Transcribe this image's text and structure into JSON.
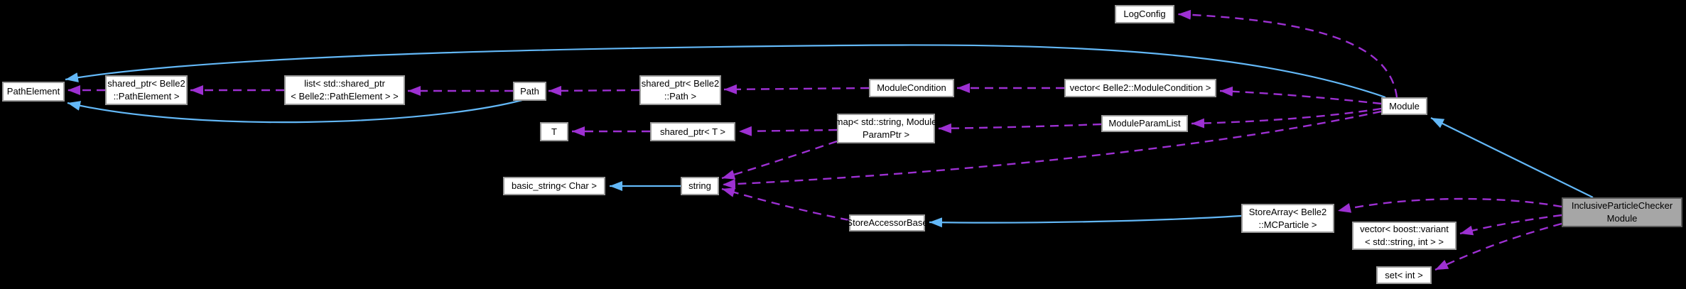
{
  "diagram": {
    "kind": "collaboration-graph",
    "colors": {
      "background": "#000000",
      "node_fill": "#ffffff",
      "node_border": "#9a9a9a",
      "node_text": "#000000",
      "highlight_fill": "#a6a6a6",
      "highlight_border": "#5a5a5a",
      "inherit_edge": "#63b8f7",
      "usage_edge": "#9d30d2"
    },
    "legend": {
      "inherit_edge_style": "solid blue arrow (public inheritance)",
      "usage_edge_style": "dashed purple arrow (usage / membership)"
    },
    "nodes": [
      {
        "id": "pathelement",
        "lines": [
          "PathElement"
        ]
      },
      {
        "id": "shared-ptr-pathelement",
        "lines": [
          "shared_ptr< Belle2",
          "::PathElement >"
        ]
      },
      {
        "id": "list-shared-ptr-pathelement",
        "lines": [
          "list< std::shared_ptr",
          "< Belle2::PathElement > >"
        ]
      },
      {
        "id": "path",
        "lines": [
          "Path"
        ]
      },
      {
        "id": "shared-ptr-path",
        "lines": [
          "shared_ptr< Belle2",
          "::Path >"
        ]
      },
      {
        "id": "t",
        "lines": [
          "T"
        ]
      },
      {
        "id": "shared-ptr-t",
        "lines": [
          "shared_ptr< T >"
        ]
      },
      {
        "id": "map-string-moduleparamptr",
        "lines": [
          "map< std::string, Module",
          "ParamPtr >"
        ]
      },
      {
        "id": "modulecondition",
        "lines": [
          "ModuleCondition"
        ]
      },
      {
        "id": "vector-modulecondition",
        "lines": [
          "vector< Belle2::ModuleCondition >"
        ]
      },
      {
        "id": "moduleparamlist",
        "lines": [
          "ModuleParamList"
        ]
      },
      {
        "id": "logconfig",
        "lines": [
          "LogConfig"
        ]
      },
      {
        "id": "module",
        "lines": [
          "Module"
        ]
      },
      {
        "id": "basic-string-char",
        "lines": [
          "basic_string< Char >"
        ]
      },
      {
        "id": "string",
        "lines": [
          "string"
        ]
      },
      {
        "id": "storeaccessorbase",
        "lines": [
          "StoreAccessorBase"
        ]
      },
      {
        "id": "storearray-mcparticle",
        "lines": [
          "StoreArray< Belle2",
          "::MCParticle >"
        ]
      },
      {
        "id": "vector-boost-variant",
        "lines": [
          "vector< boost::variant",
          "< std::string, int > >"
        ]
      },
      {
        "id": "set-int",
        "lines": [
          "set< int >"
        ]
      },
      {
        "id": "inclusiveparticlechecker-module",
        "lines": [
          "InclusiveParticleChecker",
          "Module"
        ],
        "highlight": true
      }
    ],
    "edges": [
      {
        "from": "InclusiveParticleCheckerModule",
        "to": "Module",
        "type": "inherit"
      },
      {
        "from": "Module",
        "to": "PathElement",
        "type": "inherit"
      },
      {
        "from": "Path",
        "to": "PathElement",
        "type": "inherit"
      },
      {
        "from": "string",
        "to": "basic_string< Char >",
        "type": "inherit"
      },
      {
        "from": "StoreArray< Belle2::MCParticle >",
        "to": "StoreAccessorBase",
        "type": "inherit"
      },
      {
        "from": "shared_ptr< Belle2::PathElement >",
        "to": "PathElement",
        "type": "usage"
      },
      {
        "from": "list< std::shared_ptr< Belle2::PathElement > >",
        "to": "shared_ptr< Belle2::PathElement >",
        "type": "usage"
      },
      {
        "from": "Path",
        "to": "list< std::shared_ptr< Belle2::PathElement > >",
        "type": "usage"
      },
      {
        "from": "shared_ptr< Belle2::Path >",
        "to": "Path",
        "type": "usage"
      },
      {
        "from": "ModuleCondition",
        "to": "shared_ptr< Belle2::Path >",
        "type": "usage"
      },
      {
        "from": "vector< Belle2::ModuleCondition >",
        "to": "ModuleCondition",
        "type": "usage"
      },
      {
        "from": "Module",
        "to": "vector< Belle2::ModuleCondition >",
        "type": "usage"
      },
      {
        "from": "Module",
        "to": "LogConfig",
        "type": "usage"
      },
      {
        "from": "Module",
        "to": "ModuleParamList",
        "type": "usage"
      },
      {
        "from": "Module",
        "to": "string",
        "type": "usage"
      },
      {
        "from": "ModuleParamList",
        "to": "map< std::string, ModuleParamPtr >",
        "type": "usage"
      },
      {
        "from": "map< std::string, ModuleParamPtr >",
        "to": "shared_ptr< T >",
        "type": "usage"
      },
      {
        "from": "map< std::string, ModuleParamPtr >",
        "to": "string",
        "type": "usage"
      },
      {
        "from": "shared_ptr< T >",
        "to": "T",
        "type": "usage"
      },
      {
        "from": "StoreAccessorBase",
        "to": "string",
        "type": "usage"
      },
      {
        "from": "InclusiveParticleCheckerModule",
        "to": "StoreArray< Belle2::MCParticle >",
        "type": "usage"
      },
      {
        "from": "InclusiveParticleCheckerModule",
        "to": "vector< boost::variant< std::string, int > >",
        "type": "usage"
      },
      {
        "from": "InclusiveParticleCheckerModule",
        "to": "set< int >",
        "type": "usage"
      }
    ]
  }
}
